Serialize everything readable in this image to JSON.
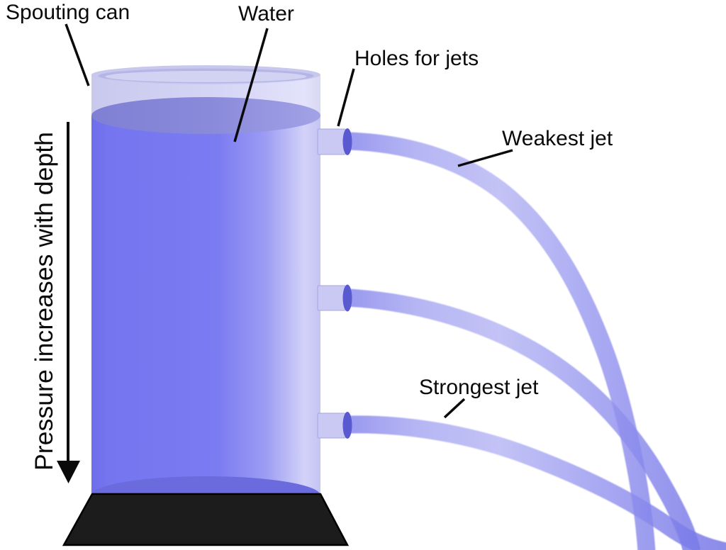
{
  "figure": {
    "type": "physics-diagram",
    "subject": "Spouting can: water pressure increases with depth, shown by three jets",
    "hole_count": 3
  },
  "labels": {
    "spouting_can": "Spouting can",
    "water": "Water",
    "holes_for_jets": "Holes for jets",
    "weakest_jet": "Weakest jet",
    "strongest_jet": "Strongest jet",
    "pressure_axis": "Pressure increases with depth"
  },
  "jets": [
    {
      "position": "top-hole",
      "strength": "weakest"
    },
    {
      "position": "middle-hole",
      "strength": "medium"
    },
    {
      "position": "bottom-hole",
      "strength": "strongest"
    }
  ],
  "colors": {
    "background": "#ffffff",
    "text": "#0a0a0a",
    "line": "#0a0a0a",
    "base": "#1c1c1c",
    "nozzle_body": "#c9c9f4",
    "nozzle_opening": "#5a5ad0",
    "rim_outer": "#c8c8ef",
    "rim_inner": "#b6b6e6",
    "rim_interior": "#d2d2f3",
    "bottom_edge": "#6b6bdd",
    "can_gradient": [
      "#6e6eea",
      "#7575f0",
      "#7b7bf2",
      "#9c9cf4",
      "#d2d2f9",
      "#c4c4f4"
    ],
    "band_gradient": [
      "#c9c9ee",
      "#d6d6f6",
      "#e3e3fb",
      "#d8d8f2"
    ],
    "surface_gradient": [
      "#7f7fd4",
      "#8b8bdc",
      "#a2a2e6"
    ],
    "jet_gradient": [
      "#8282ec",
      "#a5a5f1",
      "#b5b5f4",
      "#9a9af0",
      "#8080ea",
      "#7272e6"
    ]
  }
}
